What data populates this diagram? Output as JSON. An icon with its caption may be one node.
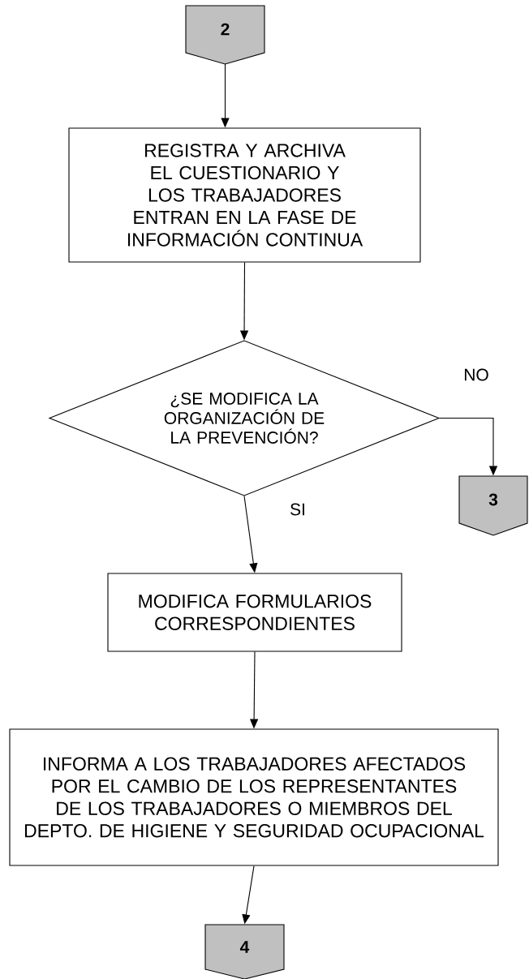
{
  "diagram": {
    "nodes": [
      {
        "text": [
          "2"
        ]
      },
      {
        "text": [
          "REGISTRA Y ARCHIVA EL CUESTIONARIO Y LOS TRABAJADORES ENTRAN EN LA FASE DE INFORMACIÓN CONTINUA"
        ]
      },
      {
        "text": [
          "¿SE MODIFICA LA ORGANIZACIÓN DE LA PREVENCIÓN?"
        ]
      },
      {
        "text": [
          "3"
        ]
      },
      {
        "text": [
          "MODIFICA FORMULARIOS CORRESPONDIENTES"
        ]
      },
      {
        "text": [
          "INFORMA A LOS TRABAJADORES AFECTADOS POR EL CAMBIO DE LOS REPRESENTANTES DE LOS TRABAJADORES O MIEMBROS DEL DEPTO. DE HIGIENE Y SEGURIDAD OCUPACIONAL"
        ]
      },
      {
        "text": [
          "4"
        ]
      }
    ],
    "edges": [
      {
        "from": 0,
        "to": 1,
        "arrow": "to"
      },
      {
        "from": 1,
        "to": 2,
        "arrow": "to"
      },
      {
        "from": 2,
        "to": 3,
        "arrow": "to",
        "label": "NO"
      },
      {
        "from": 2,
        "to": 4,
        "arrow": "to",
        "label": "SI"
      },
      {
        "from": 4,
        "to": 5,
        "arrow": "to"
      },
      {
        "from": 5,
        "to": 6,
        "arrow": "to"
      }
    ]
  }
}
